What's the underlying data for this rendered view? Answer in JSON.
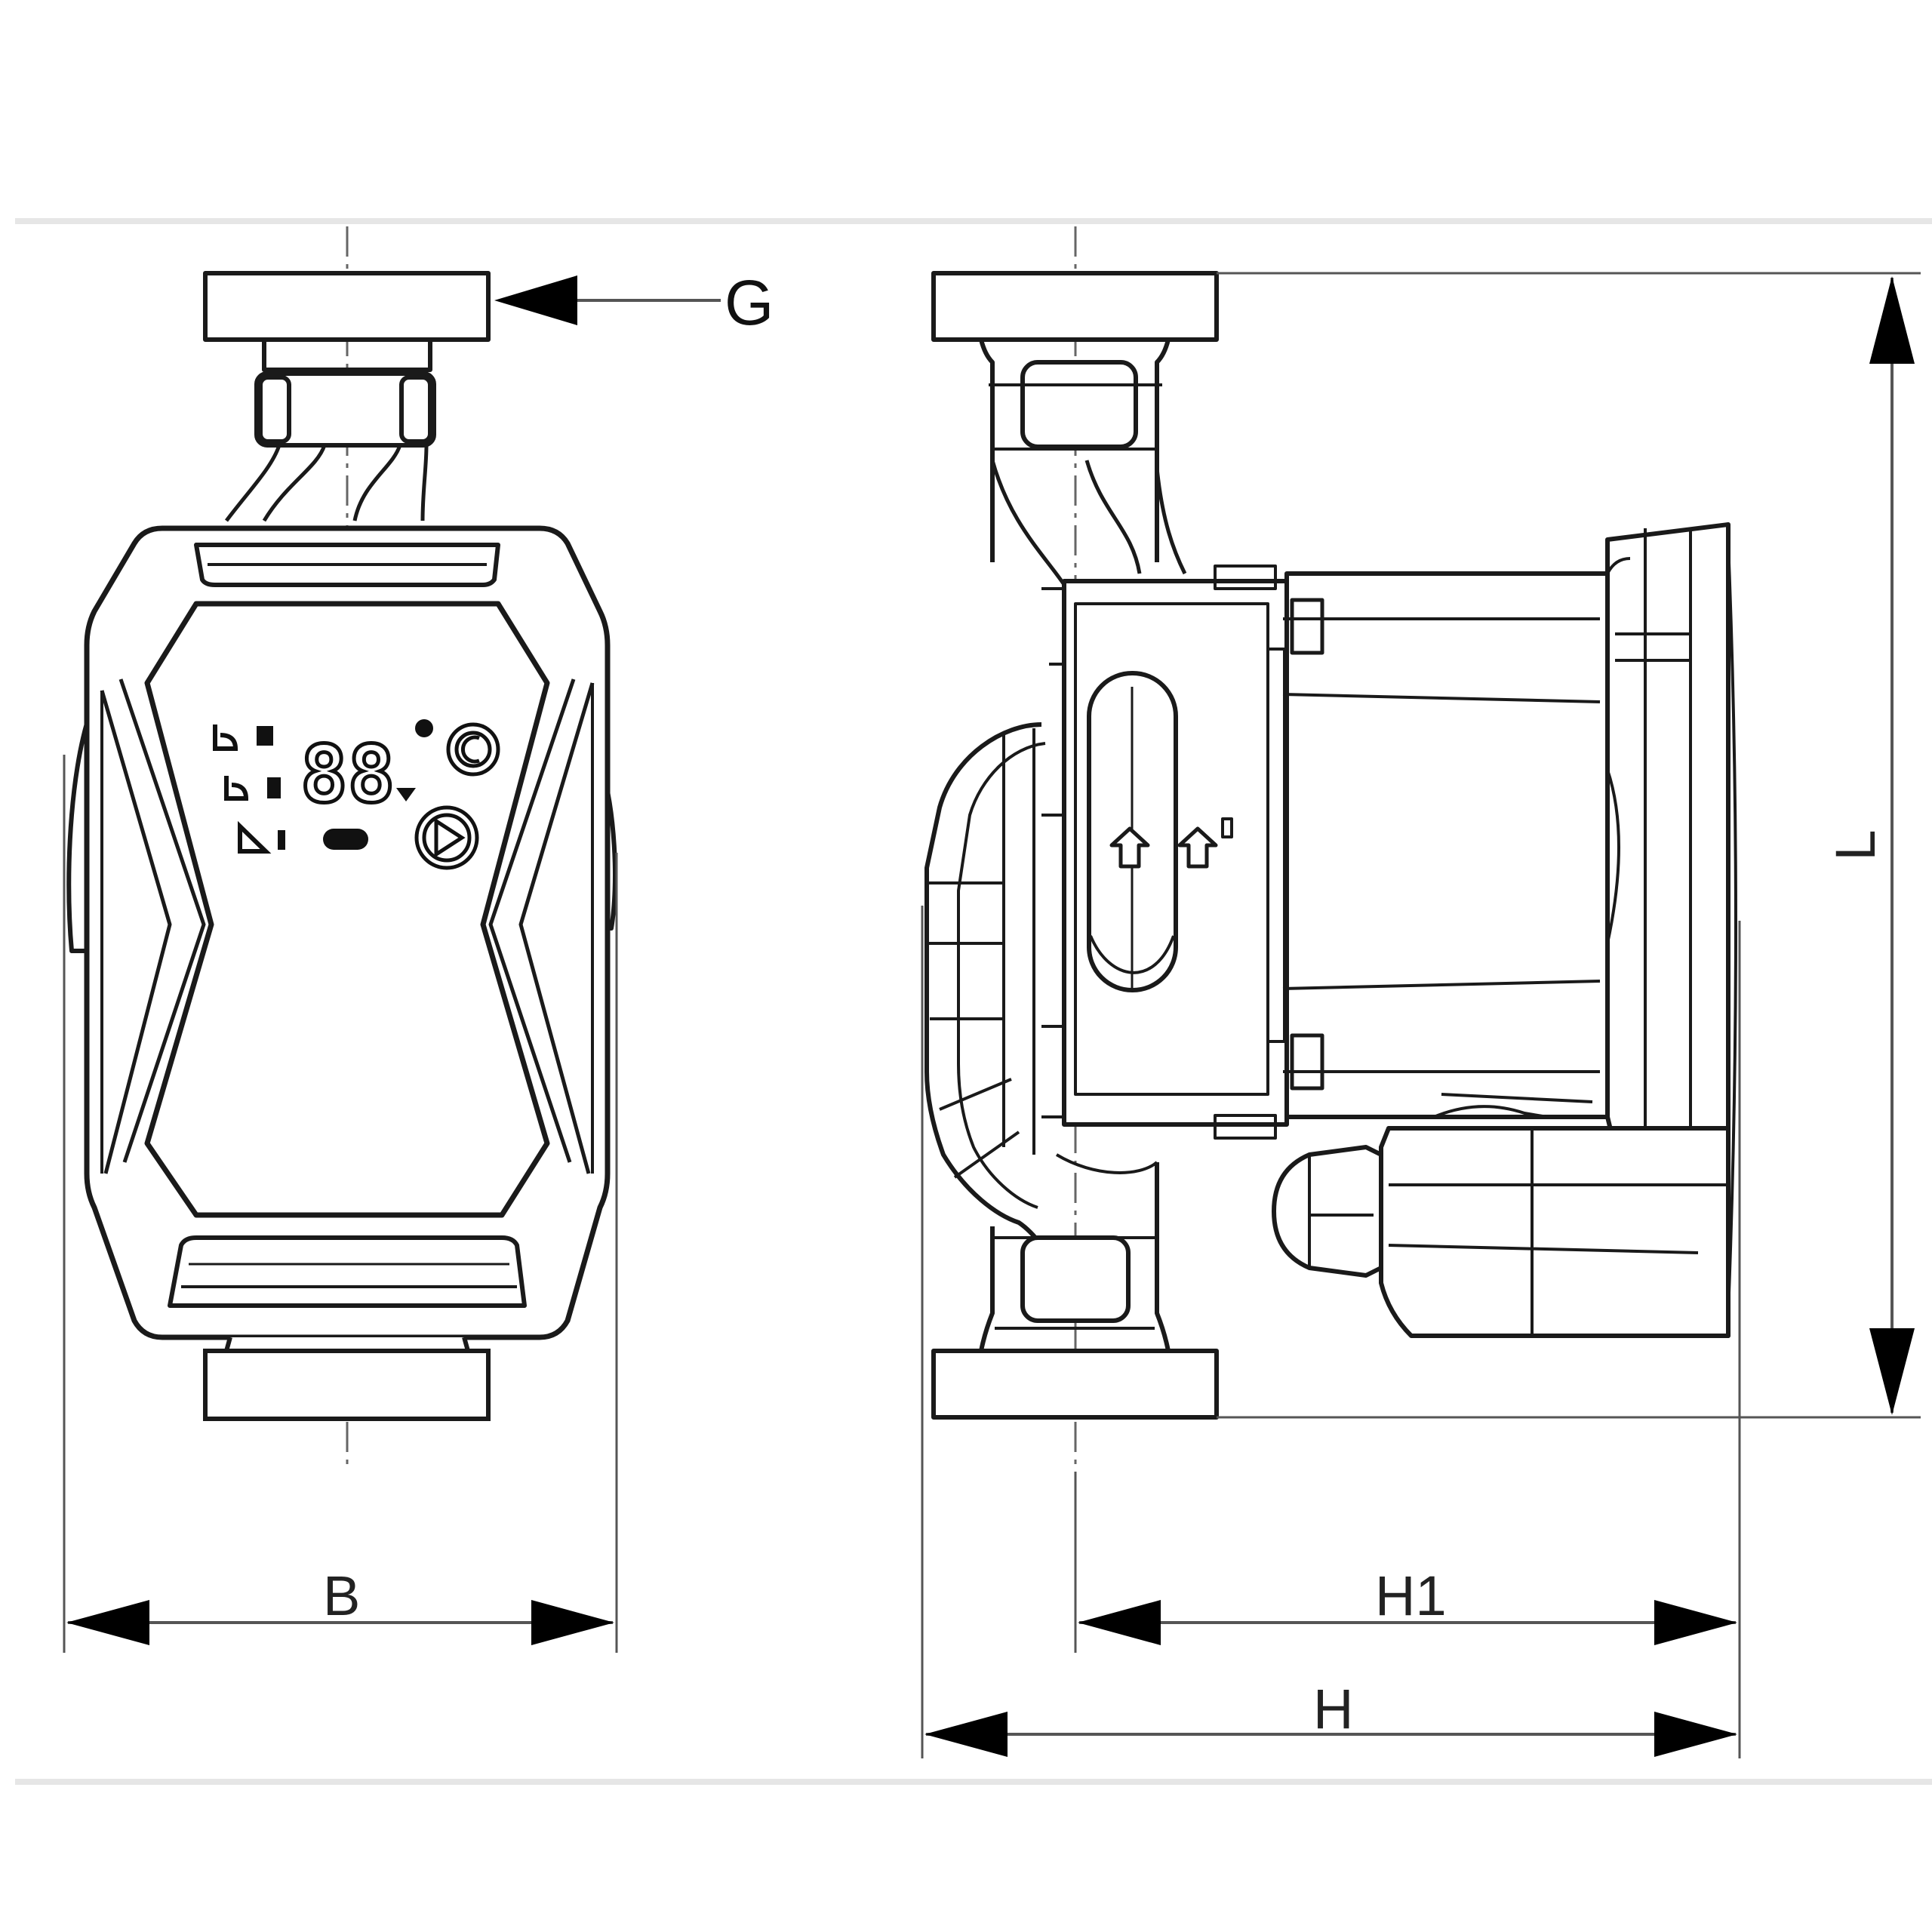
{
  "labels": {
    "g": "G",
    "l": "L",
    "b": "B",
    "h1": "H1",
    "h": "H",
    "display": "88"
  },
  "colors": {
    "line": "#1a1a1a",
    "thin": "#555555",
    "frame": "#e6e6e6",
    "background": "#ffffff"
  },
  "icons": {
    "heat-mode": "heating-mode-icon",
    "clock": "night-mode-icon",
    "play": "mode-button-icon",
    "flow": "flow-direction-arrow-icon"
  }
}
